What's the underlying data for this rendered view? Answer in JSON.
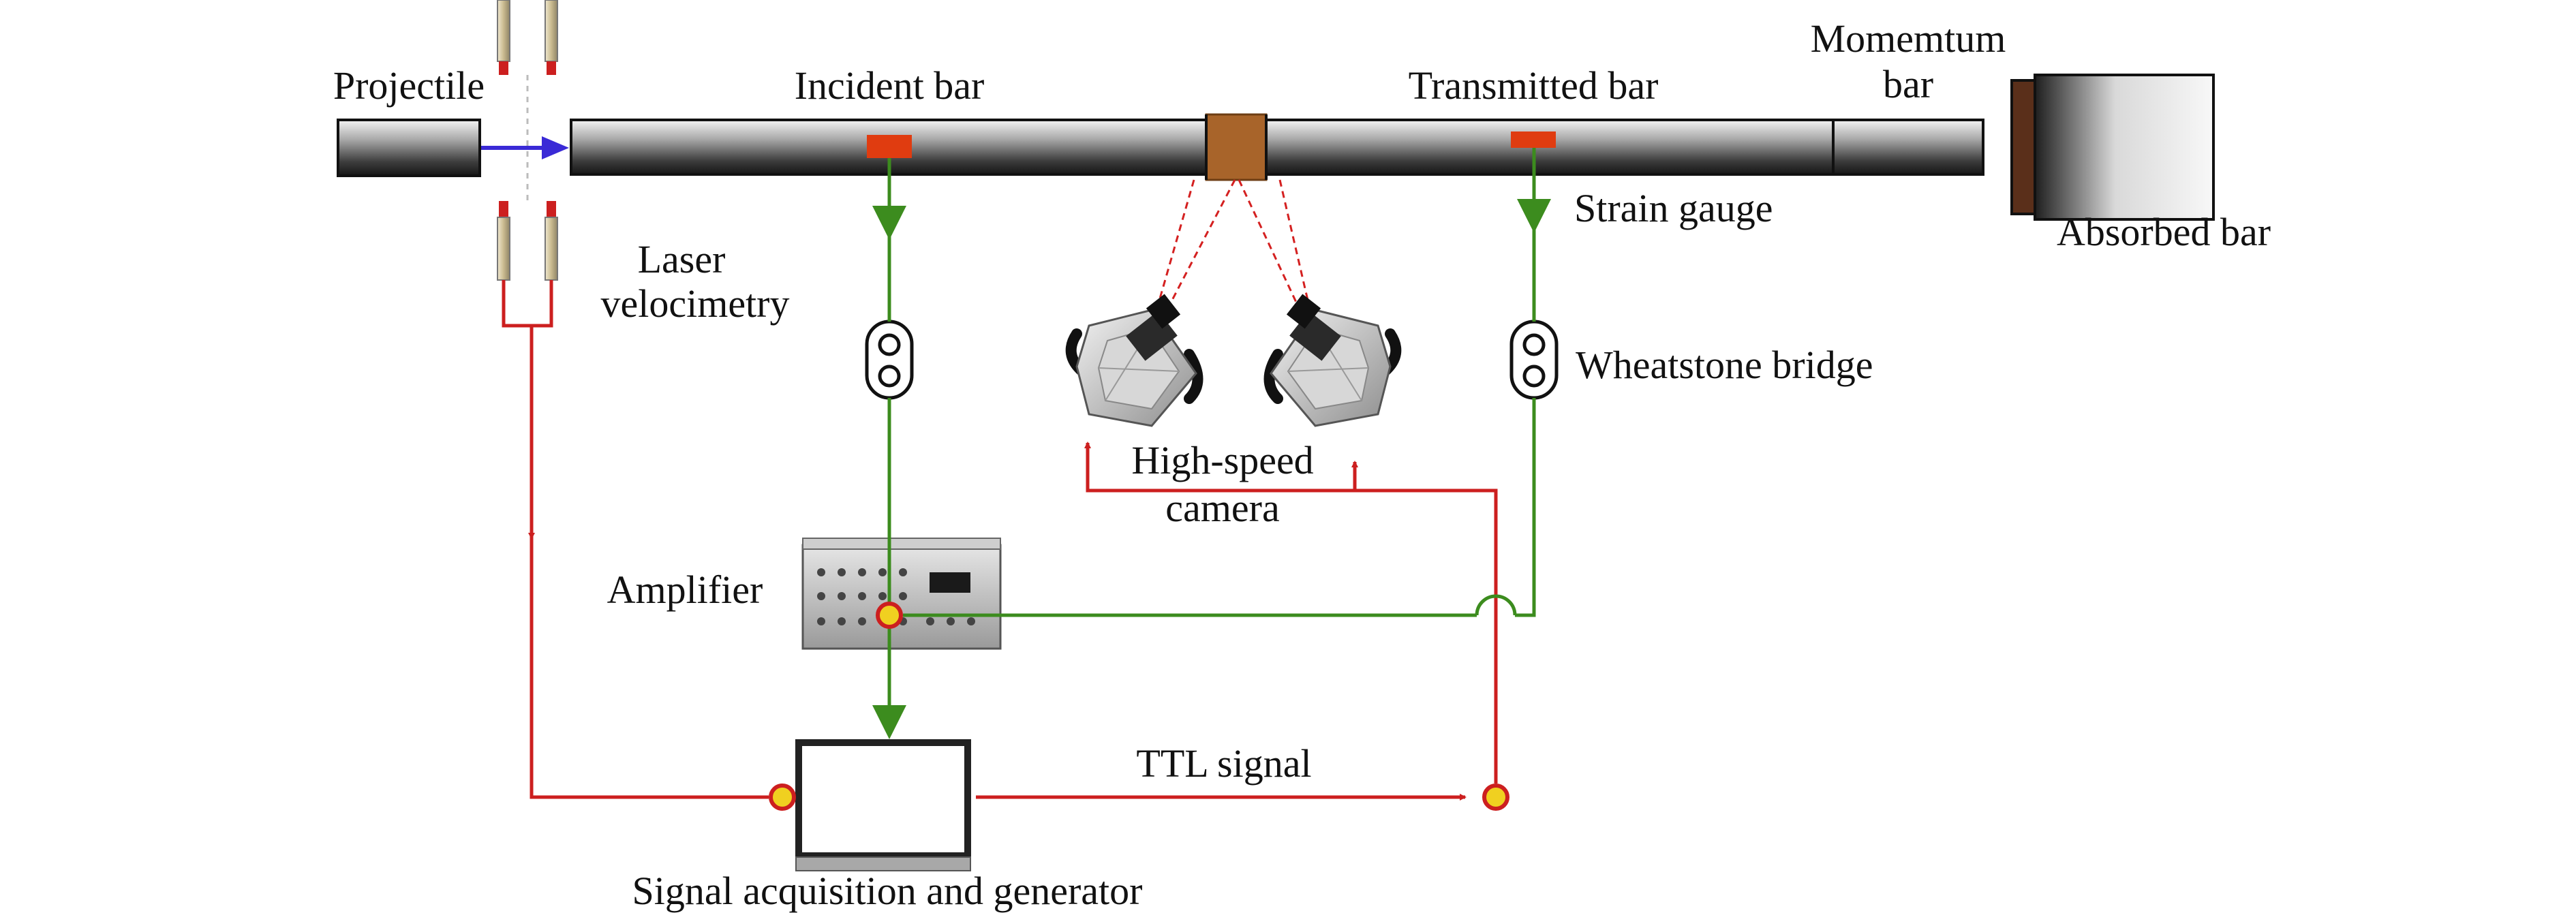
{
  "labels": {
    "projectile": "Projectile",
    "incident_bar": "Incident bar",
    "transmitted_bar": "Transmitted bar",
    "momentum_bar_line1": "Momemtum",
    "momentum_bar_line2": "bar",
    "absorbed_bar": "Absorbed bar",
    "strain_gauge": "Strain gauge",
    "laser_velocimetry_line1": "Laser",
    "laser_velocimetry_line2": "velocimetry",
    "wheatstone_bridge": "Wheatstone bridge",
    "high_speed_camera_line1": "High-speed",
    "high_speed_camera_line2": "camera",
    "amplifier": "Amplifier",
    "ttl_signal": "TTL signal",
    "signal_acquisition": "Signal acquisition and generator"
  },
  "colors": {
    "signal_red": "#cc1f1f",
    "strain_green": "#3c8c1e",
    "projectile_arrow": "#3a2ad6",
    "strain_gauge": "#e03c10",
    "specimen": "#a8642a",
    "node_fill": "#f0d020"
  }
}
